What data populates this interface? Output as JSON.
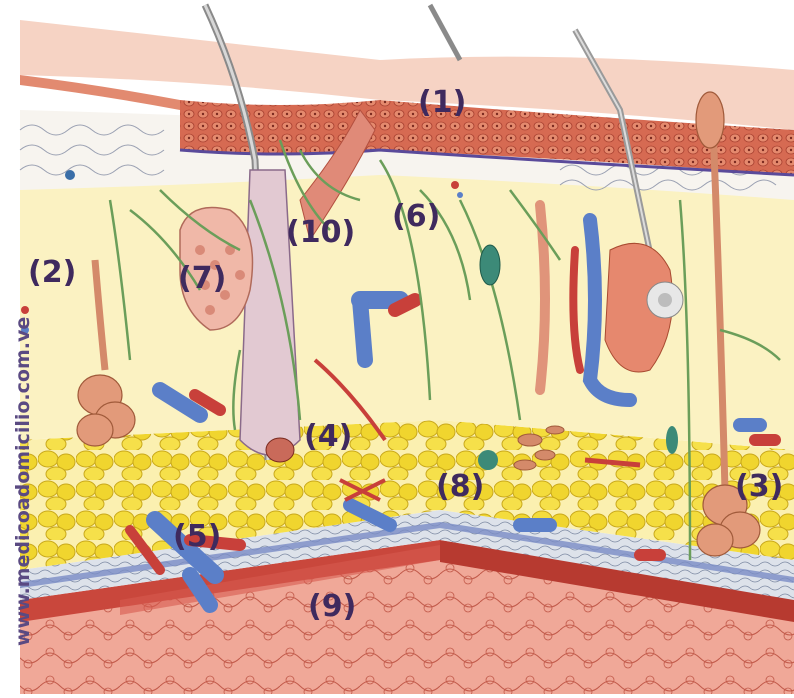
{
  "labels": {
    "l1": "(1)",
    "l2": "(2)",
    "l3": "(3)",
    "l4": "(4)",
    "l5": "(5)",
    "l6": "(6)",
    "l7": "(7)",
    "l8": "(8)",
    "l9": "(9)",
    "l10": "(10)"
  },
  "watermark": "www.medicoadomicilio.com.ve",
  "colors": {
    "label": "#3f2a5e",
    "epidermis": "#f1c7b5",
    "dermis": "#fbf2c2",
    "fat": "#f2da3a",
    "muscle": "#c9473c",
    "vein": "#5b7fc8",
    "artery": "#c8403a",
    "nerve": "#6b9e5a"
  }
}
